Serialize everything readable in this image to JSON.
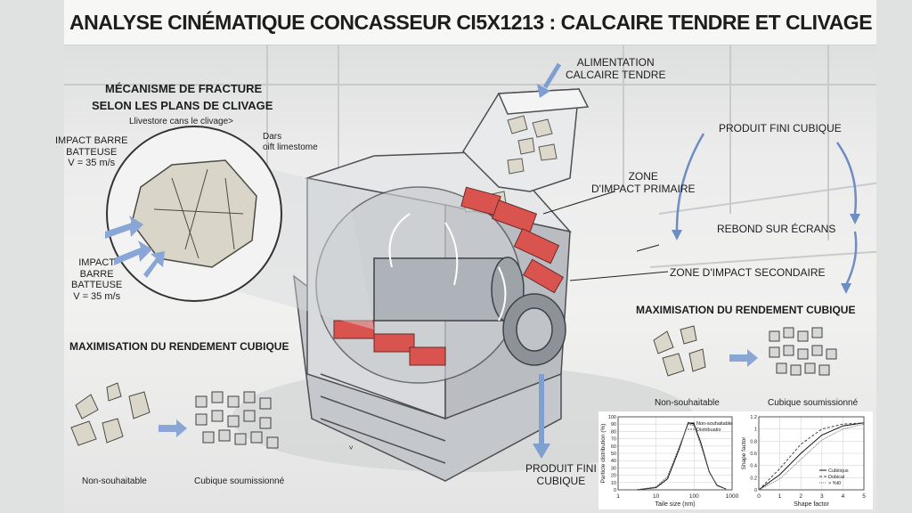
{
  "title": "ANALYSE CINÉMATIQUE CONCASSEUR CI5X1213 : CALCAIRE TENDRE ET CLIVAGE",
  "inset": {
    "heading_line1": "MÉCANISME DE FRACTURE",
    "heading_line2": "SELON LES PLANS DE CLIVAGE",
    "subheading": "Llivestore cans le clivage>",
    "impact_top_line1": "IMPACT BARRE",
    "impact_top_line2": "BATTEUSE",
    "impact_top_line3": "V = 35 m/s",
    "dars_line1": "Dars",
    "dars_line2": "oift limestome",
    "impact_bottom_line1": "IMPACT",
    "impact_bottom_line2": "BARRE",
    "impact_bottom_line3": "BATTEUSE",
    "impact_bottom_line4": "V = 35 m/s"
  },
  "feed": {
    "line1": "ALIMENTATION",
    "line2": "CALCAIRE TENDRE"
  },
  "zones": {
    "primary_line1": "ZONE",
    "primary_line2": "D'IMPACT PRIMAIRE",
    "secondary": "ZONE D'IMPACT SECONDAIRE",
    "rebound": "REBOND SUR ÉCRANS",
    "product_top": "PRODUIT FINI CUBIQUE",
    "product_bottom_line1": "PRODUIT FINI",
    "product_bottom_line2": "CUBIQUE"
  },
  "left_panel": {
    "heading": "MAXIMISATION DU RENDEMENT CUBIQUE",
    "bad": "Non-souhaitable",
    "good": "Cubique soumissionné"
  },
  "right_panel": {
    "heading": "MAXIMISATION DU RENDEMENT CUBIQUE",
    "bad": "Non-souhaitable",
    "good": "Cubique soumissionné"
  },
  "footer_mark": "ⱽ",
  "colors": {
    "impact_red": "#d9534f",
    "arrow_blue": "#7f9fd1",
    "steel": "#b7bcc2"
  },
  "chart_data": [
    {
      "type": "line",
      "title": "",
      "xlabel": "Taile size (nm)",
      "ylabel": "Particle distribution (%)",
      "x_scale": "log",
      "xlim": [
        1,
        1000
      ],
      "ylim": [
        0,
        100
      ],
      "xticks": [
        "1",
        "10",
        "100",
        "1000"
      ],
      "yticks": [
        "0",
        "10",
        "20",
        "30",
        "40",
        "50",
        "60",
        "70",
        "80",
        "90",
        "100"
      ],
      "grid": true,
      "legend": "top-right",
      "series": [
        {
          "name": "Non-souhaitable",
          "x": [
            3,
            10,
            20,
            40,
            70,
            100,
            150,
            250,
            400,
            700
          ],
          "y": [
            0,
            3,
            15,
            55,
            92,
            90,
            65,
            25,
            6,
            1
          ]
        },
        {
          "name": "Distribuatio",
          "x": [
            3,
            10,
            20,
            40,
            70,
            100,
            150,
            250,
            400,
            700
          ],
          "y": [
            0,
            4,
            18,
            58,
            90,
            88,
            62,
            24,
            7,
            1
          ]
        }
      ]
    },
    {
      "type": "line",
      "title": "",
      "xlabel": "Shape factor",
      "ylabel": "Shape factor",
      "xlim": [
        0,
        5
      ],
      "ylim": [
        0,
        1.2
      ],
      "xticks": [
        "0",
        "1",
        "2",
        "3",
        "4",
        "5"
      ],
      "yticks": [
        "0",
        "0.2",
        "0.4",
        "0.6",
        "0.8",
        "1",
        "1.2"
      ],
      "grid": true,
      "legend": "bottom-right",
      "series": [
        {
          "name": "Cubiiiqus",
          "x": [
            0,
            1,
            2,
            3,
            4,
            5
          ],
          "y": [
            0,
            0.25,
            0.6,
            0.9,
            1.05,
            1.1
          ]
        },
        {
          "name": "Dobical",
          "x": [
            0,
            1,
            2,
            3,
            4,
            5
          ],
          "y": [
            0,
            0.35,
            0.75,
            1.0,
            1.08,
            1.1
          ]
        },
        {
          "name": "> %t0",
          "x": [
            0,
            1,
            2,
            3,
            4,
            5
          ],
          "y": [
            0,
            0.18,
            0.5,
            0.82,
            1.0,
            1.08
          ]
        }
      ]
    }
  ]
}
